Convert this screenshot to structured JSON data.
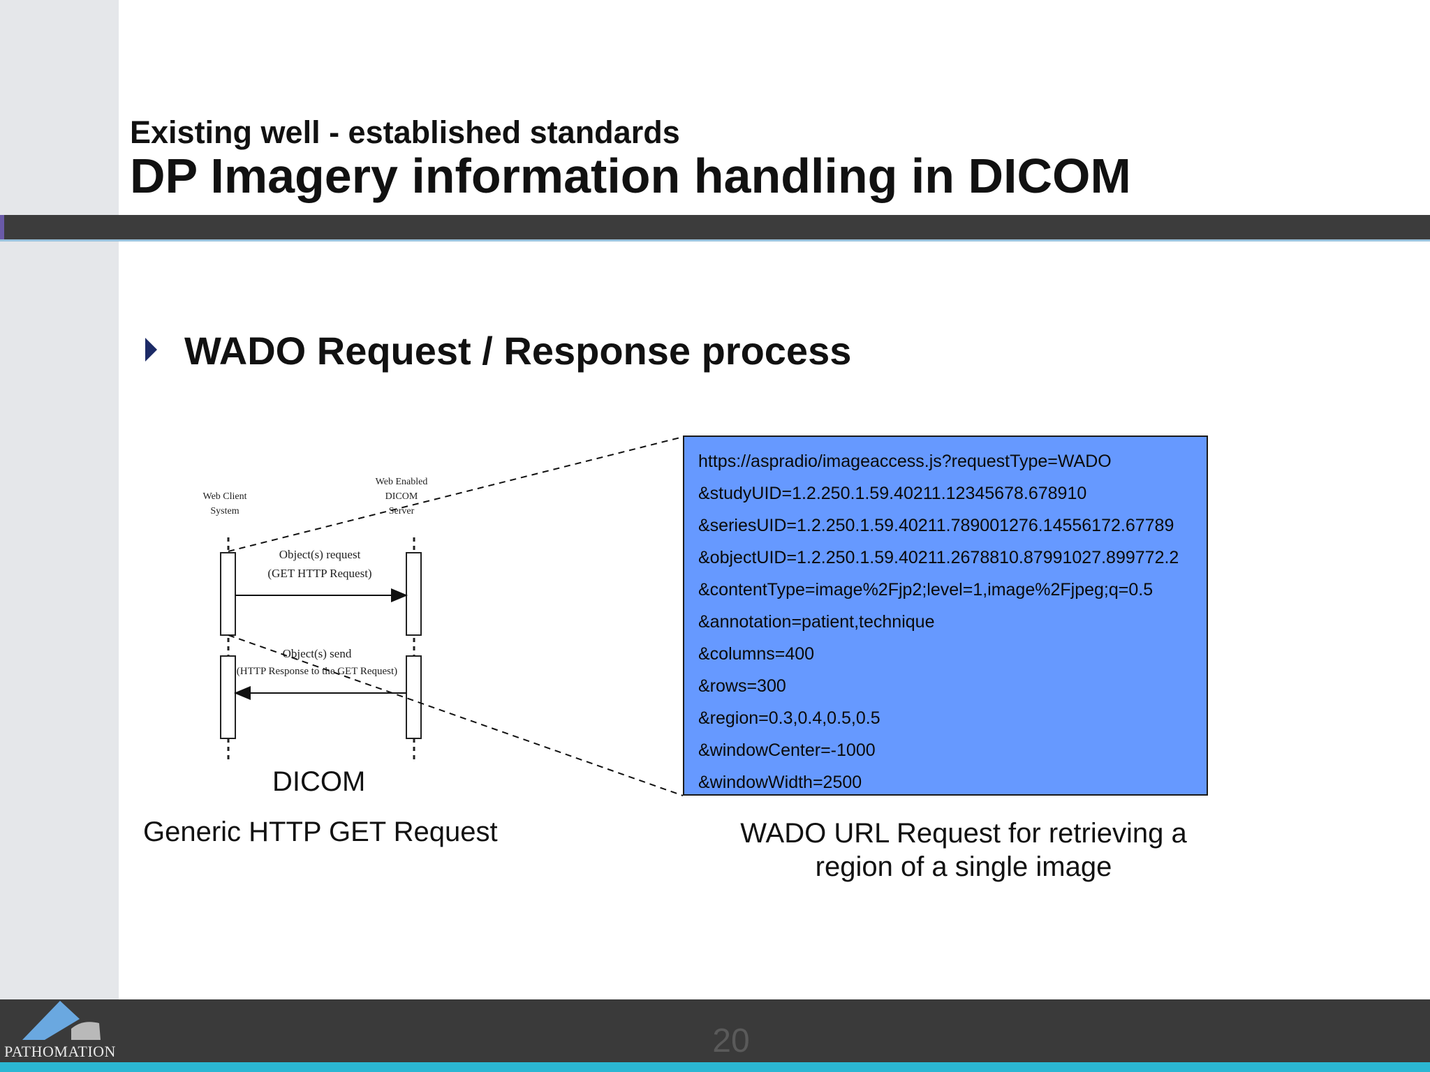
{
  "slide": {
    "subtitle": "Existing well - established standards",
    "title": "DP Imagery information handling in DICOM",
    "bullet": "WADO Request / Response process",
    "page_number": "20"
  },
  "diagram": {
    "lifeline_client_line1": "Web Client",
    "lifeline_client_line2": "System",
    "lifeline_server_line1": "Web Enabled",
    "lifeline_server_line2": "DICOM",
    "lifeline_server_line3": "Server",
    "request_line1": "Object(s) request",
    "request_line2": "(GET HTTP Request)",
    "response_line1": "Object(s) send",
    "response_line2": "(HTTP Response to the GET Request)"
  },
  "wado_url": {
    "lines": [
      "https://aspradio/imageaccess.js?requestType=WADO",
      "&studyUID=1.2.250.1.59.40211.12345678.678910",
      "&seriesUID=1.2.250.1.59.40211.789001276.14556172.67789",
      "&objectUID=1.2.250.1.59.40211.2678810.87991027.899772.2",
      "&contentType=image%2Fjp2;level=1,image%2Fjpeg;q=0.5",
      "&annotation=patient,technique",
      "&columns=400",
      "&rows=300",
      "&region=0.3,0.4,0.5,0.5",
      "&windowCenter=-1000",
      "&windowWidth=2500"
    ]
  },
  "captions": {
    "dicom": "DICOM",
    "http_get": "Generic HTTP GET Request",
    "wado_line1": "WADO URL Request for retrieving a",
    "wado_line2": "region of a single image"
  },
  "footer": {
    "logo_text": "PATHOMATION"
  },
  "colors": {
    "url_box": "#6699ff",
    "title_bar": "#3c3c3c",
    "footer": "#3a3a3a",
    "footer_stripe": "#2bb7d3",
    "bullet": "#1c2a66"
  }
}
